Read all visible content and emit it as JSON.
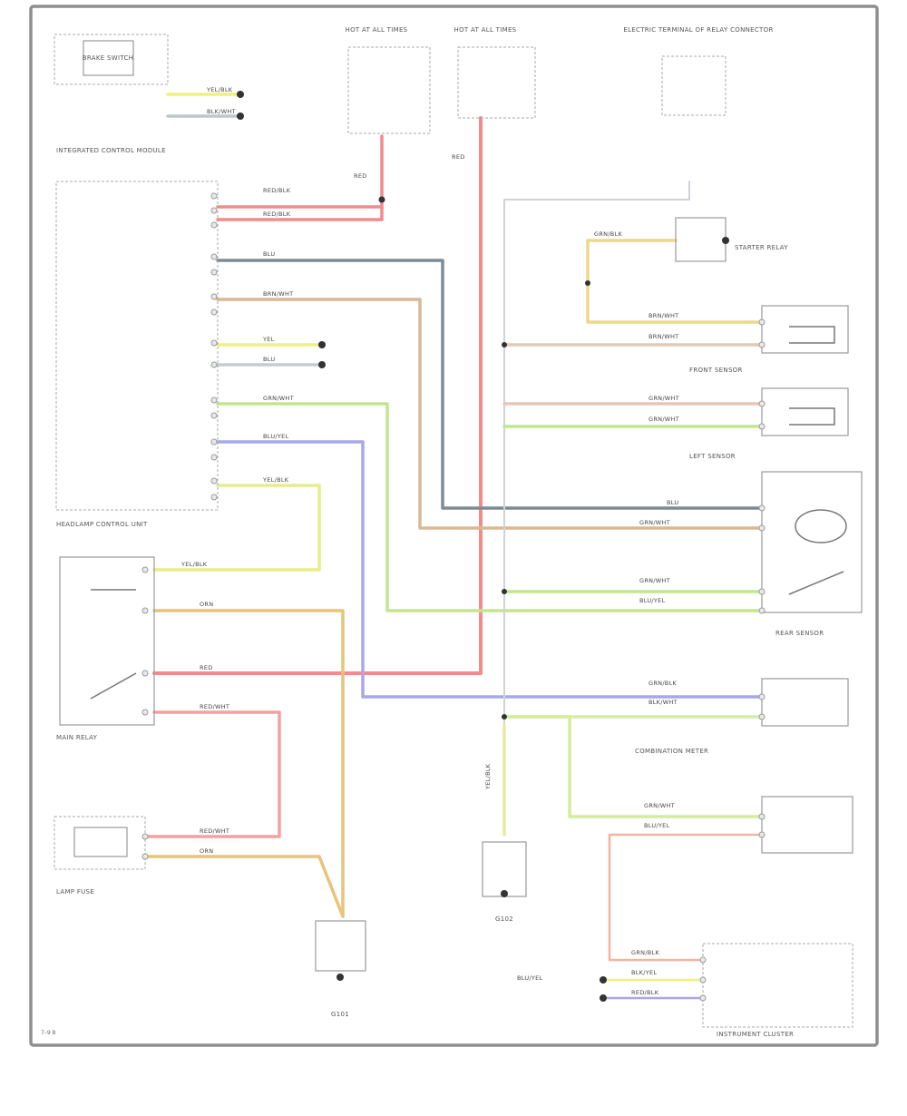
{
  "footer_note": "7–9 8",
  "components": {
    "brake_switch": "BRAKE SWITCH",
    "fuse_left": "HOT AT ALL TIMES",
    "fuse_mid": "HOT AT ALL TIMES",
    "fuse_right": "ELECTRIC TERMINAL OF RELAY CONNECTOR",
    "integrated_cluster": "INTEGRATED CONTROL MODULE",
    "headlamp_module": "HEADLAMP CONTROL UNIT",
    "main_relay": "MAIN RELAY",
    "lamp_fuse": "LAMP FUSE",
    "ground_left": "G101",
    "ground_mid": "G102",
    "starter_relay": "STARTER RELAY",
    "front_sensor": "FRONT SENSOR",
    "left_sensor": "LEFT SENSOR",
    "rear_sensor": "REAR SENSOR",
    "combination_meter": "COMBINATION METER",
    "instrument_cluster": "INSTRUMENT CLUSTER"
  },
  "wires": {
    "w1": "YEL/BLK",
    "w2": "BLK/WHT",
    "w3": "RED",
    "w4": "RED/BLK",
    "w5": "RED/BLK",
    "w6": "BLU",
    "w7": "BRN/WHT",
    "w8": "YEL",
    "w9": "BLU",
    "w10": "GRN/WHT",
    "w11": "BLU/YEL",
    "w12": "YEL/BLK",
    "w13": "YEL/BLK",
    "w14": "ORN",
    "w15": "RED",
    "w16": "RED/WHT",
    "w17": "RED/WHT",
    "w18": "ORN",
    "w19": "RED",
    "w20": "GRN/BLK",
    "w21": "BRN/WHT",
    "w22": "BRN/WHT",
    "w23": "GRN/WHT",
    "w24": "GRN/WHT",
    "w25": "BLU",
    "w26": "GRN/WHT",
    "w27": "GRN/WHT",
    "w28": "BLU/YEL",
    "w29": "GRN/BLK",
    "w30": "BLK/WHT",
    "w31": "GRN/WHT",
    "w32": "BLU/YEL",
    "w33": "GRN/BLK",
    "w34": "BLK/YEL",
    "w35": "RED/BLK",
    "w36": "YEL/BLK",
    "w37": "BLU/YEL"
  },
  "colors": {
    "red": "#f28b8b",
    "yellow": "#eef27a",
    "gray": "#7f8a94",
    "tan": "#d9b896",
    "green": "#c4e58e",
    "blue": "#a9a7e8",
    "orange": "#e7c37c",
    "pink": "#f4b3a0",
    "frame": "#8f8f8f"
  }
}
